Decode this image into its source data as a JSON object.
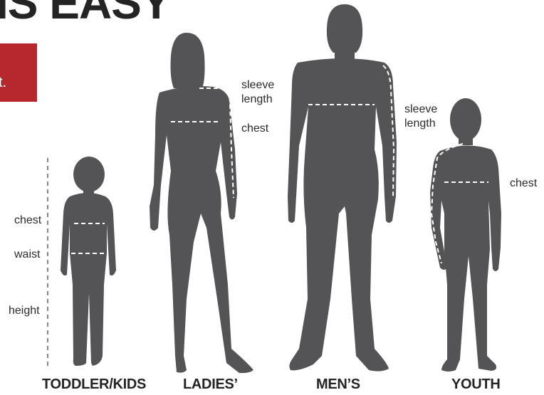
{
  "header": {
    "title": "IS EASY"
  },
  "banner": {
    "text": "t.",
    "color": "#b7282e"
  },
  "colors": {
    "silhouette": "#545456",
    "measure_line": "#ffffff"
  },
  "measurements": {
    "kids_chest": "chest",
    "kids_waist": "waist",
    "kids_height": "height",
    "ladies_sleeve": [
      "sleeve",
      "length"
    ],
    "ladies_chest": "chest",
    "mens_sleeve": [
      "sleeve",
      "length"
    ],
    "youth_chest": "chest"
  },
  "categories": {
    "toddler": "TODDLER/KIDS",
    "ladies": "LADIES’",
    "mens": "MEN’S",
    "youth": "YOUTH"
  }
}
